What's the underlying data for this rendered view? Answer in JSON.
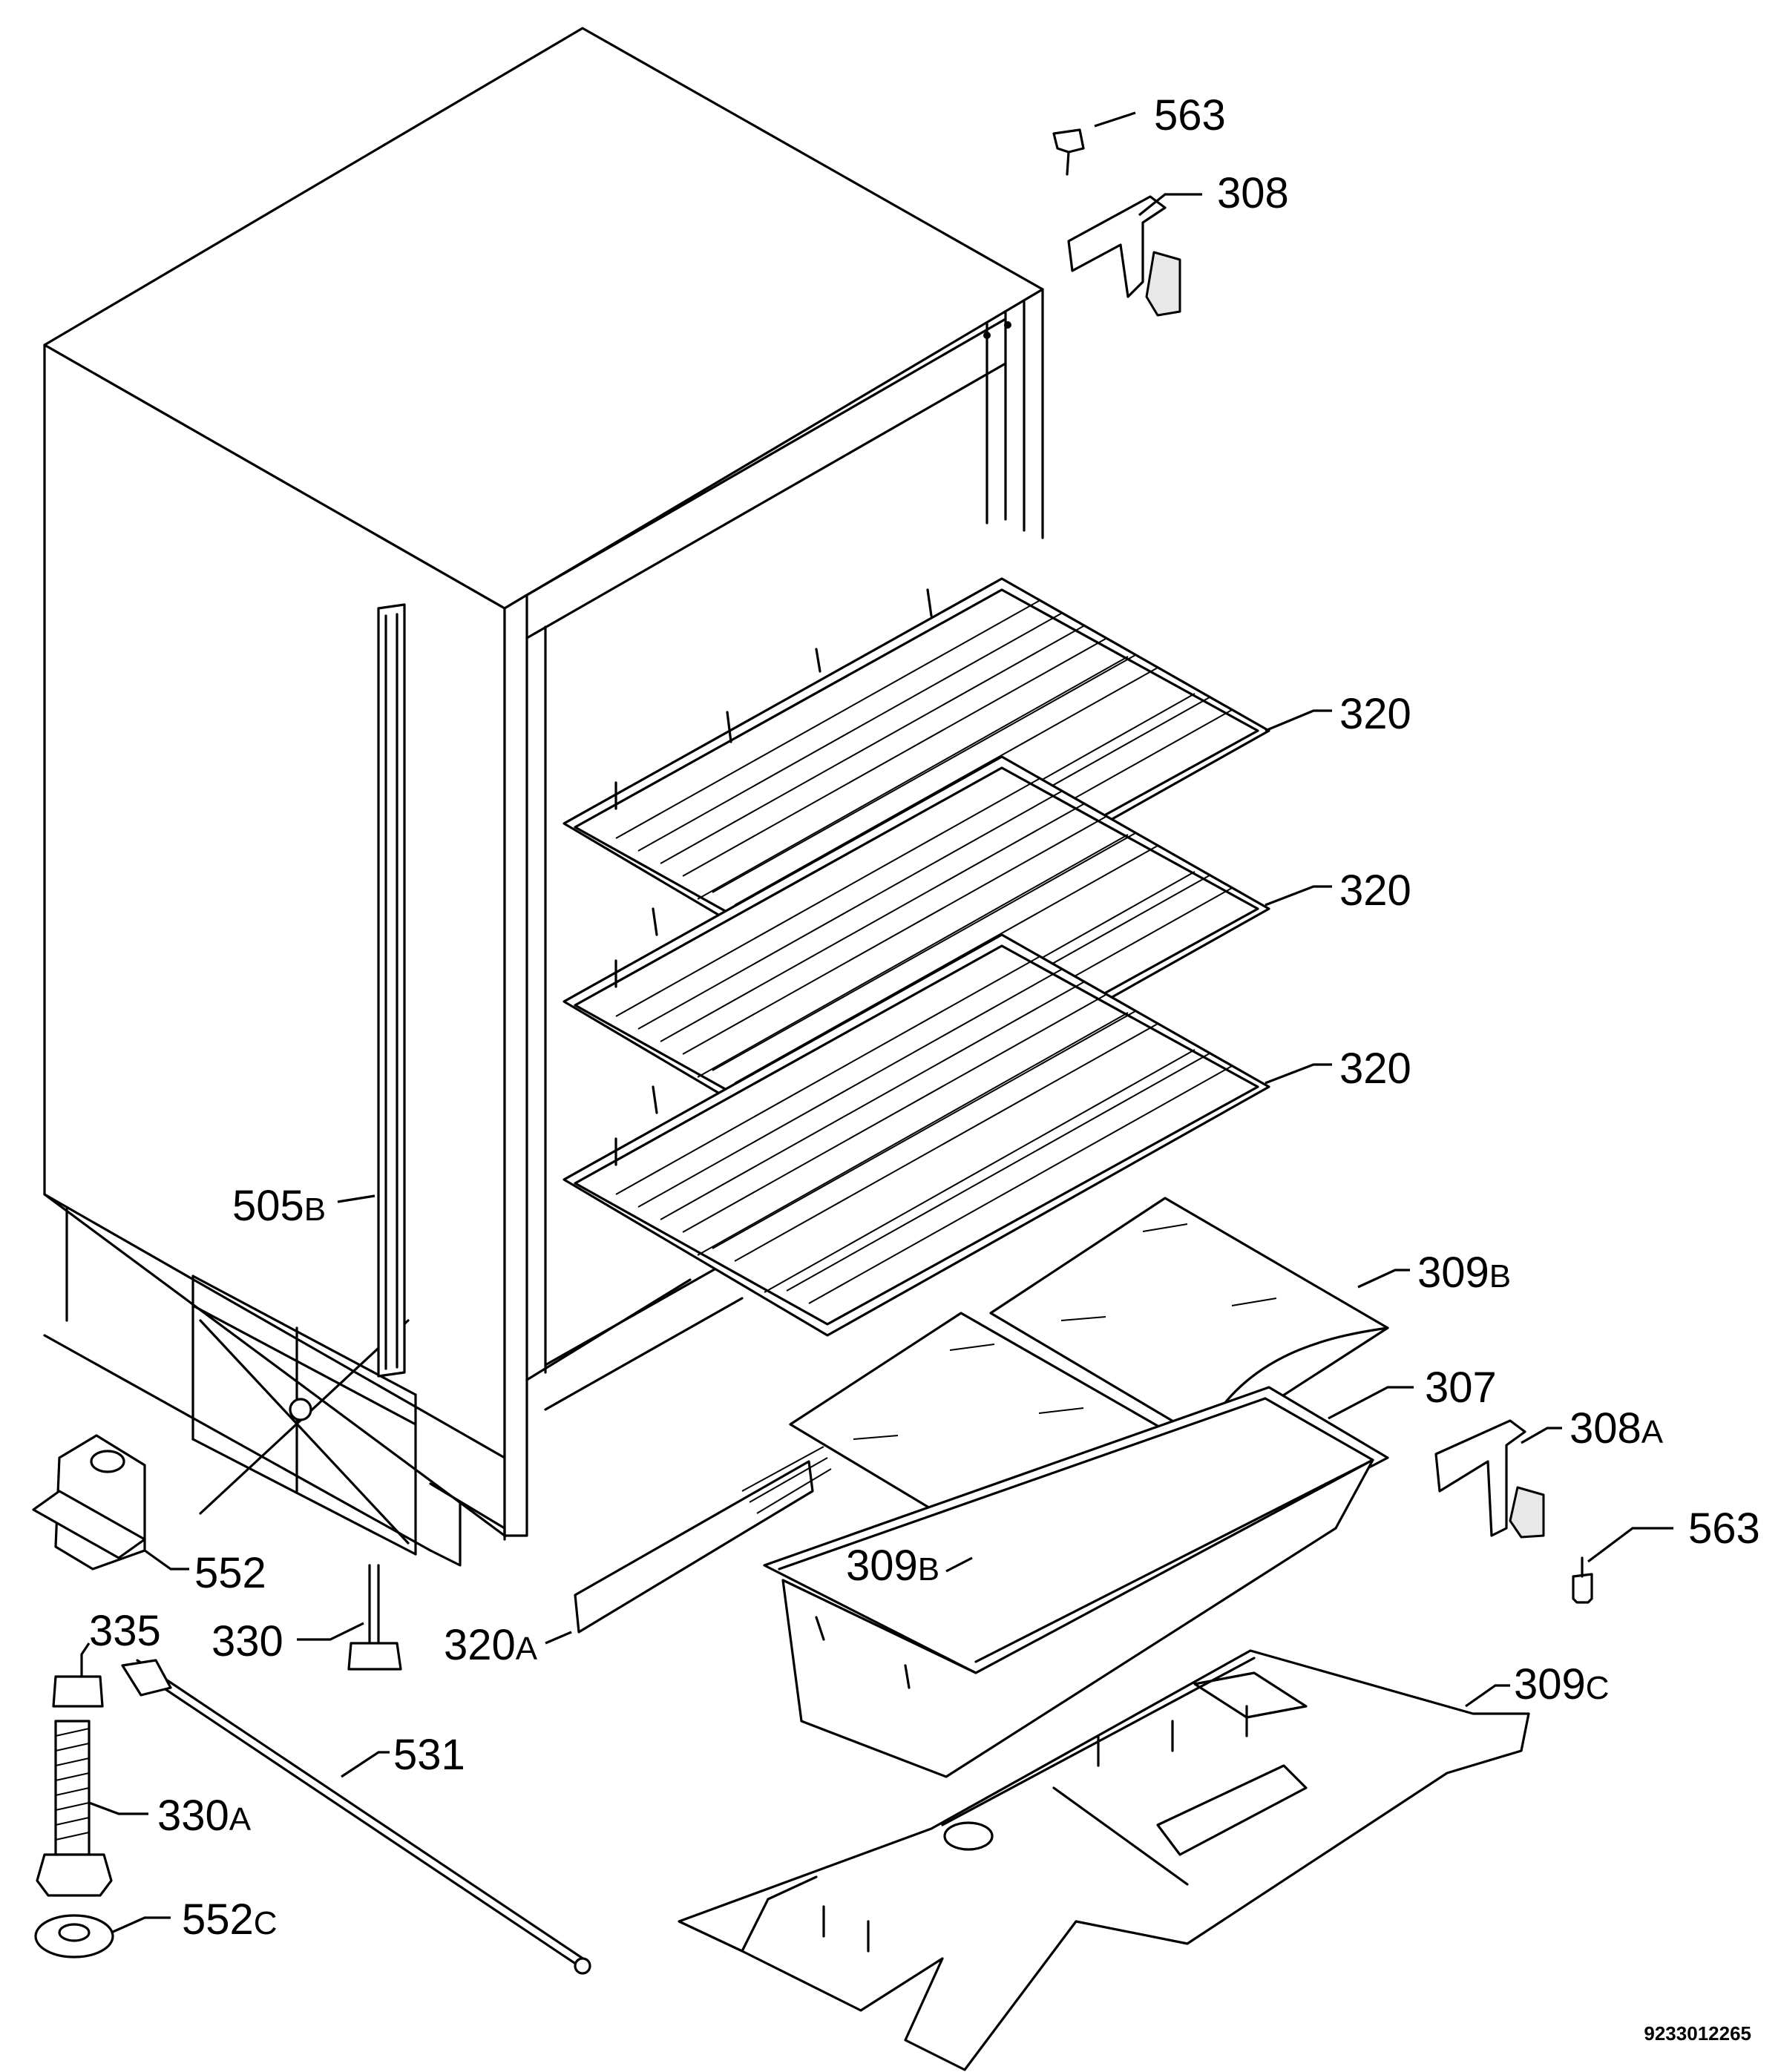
{
  "callouts": [
    {
      "id": "563-top",
      "num": "563",
      "suffix": ""
    },
    {
      "id": "308",
      "num": "308",
      "suffix": ""
    },
    {
      "id": "320-1",
      "num": "320",
      "suffix": ""
    },
    {
      "id": "320-2",
      "num": "320",
      "suffix": ""
    },
    {
      "id": "320-3",
      "num": "320",
      "suffix": ""
    },
    {
      "id": "505B",
      "num": "505",
      "suffix": "B"
    },
    {
      "id": "309B-1",
      "num": "309",
      "suffix": "B"
    },
    {
      "id": "307",
      "num": "307",
      "suffix": ""
    },
    {
      "id": "308A",
      "num": "308",
      "suffix": "A"
    },
    {
      "id": "563-bottom",
      "num": "563",
      "suffix": ""
    },
    {
      "id": "552",
      "num": "552",
      "suffix": ""
    },
    {
      "id": "309B-2",
      "num": "309",
      "suffix": "B"
    },
    {
      "id": "335",
      "num": "335",
      "suffix": ""
    },
    {
      "id": "330",
      "num": "330",
      "suffix": ""
    },
    {
      "id": "320A",
      "num": "320",
      "suffix": "A"
    },
    {
      "id": "309C",
      "num": "309",
      "suffix": "C"
    },
    {
      "id": "531",
      "num": "531",
      "suffix": ""
    },
    {
      "id": "330A",
      "num": "330",
      "suffix": "A"
    },
    {
      "id": "552C",
      "num": "552",
      "suffix": "C"
    }
  ],
  "document_id": "9233012265"
}
